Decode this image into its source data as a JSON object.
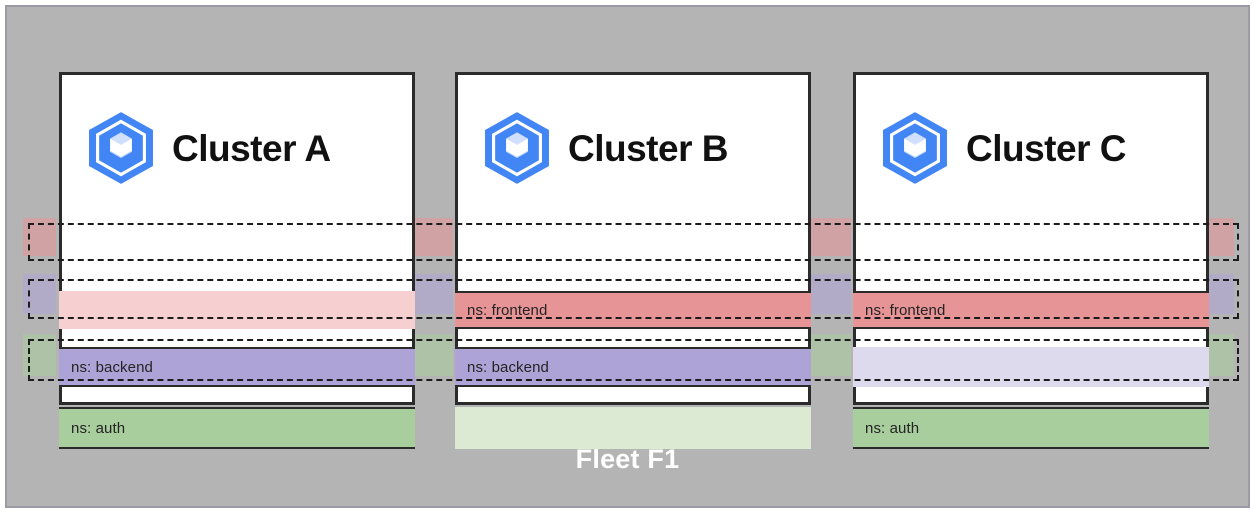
{
  "fleet": {
    "label": "Fleet F1",
    "background_color": "#b4b4b4",
    "border_color": "#9a9ba5",
    "label_color": "#ffffff"
  },
  "namespaces": [
    {
      "key": "frontend",
      "label": "ns: frontend",
      "solid_color": "#e79496",
      "faded_color": "#f6d0d0"
    },
    {
      "key": "backend",
      "label": "ns: backend",
      "solid_color": "#aea3d6",
      "faded_color": "#dedaee"
    },
    {
      "key": "auth",
      "label": "ns: auth",
      "solid_color": "#a8ce9d",
      "faded_color": "#dcead4"
    }
  ],
  "clusters": [
    {
      "id": "a",
      "title": "Cluster A",
      "logo_icon": "gke-cluster-icon",
      "bands": [
        {
          "ns": "frontend",
          "label": "",
          "state": "faded"
        },
        {
          "ns": "backend",
          "label": "ns: backend",
          "state": "active"
        },
        {
          "ns": "auth",
          "label": "ns: auth",
          "state": "active"
        }
      ]
    },
    {
      "id": "b",
      "title": "Cluster B",
      "logo_icon": "gke-cluster-icon",
      "bands": [
        {
          "ns": "frontend",
          "label": "ns: frontend",
          "state": "active"
        },
        {
          "ns": "backend",
          "label": "ns: backend",
          "state": "active"
        },
        {
          "ns": "auth",
          "label": "",
          "state": "faded"
        }
      ]
    },
    {
      "id": "c",
      "title": "Cluster C",
      "logo_icon": "gke-cluster-icon",
      "bands": [
        {
          "ns": "frontend",
          "label": "ns: frontend",
          "state": "active"
        },
        {
          "ns": "backend",
          "label": "",
          "state": "faded"
        },
        {
          "ns": "auth",
          "label": "ns: auth",
          "state": "active"
        }
      ]
    }
  ]
}
